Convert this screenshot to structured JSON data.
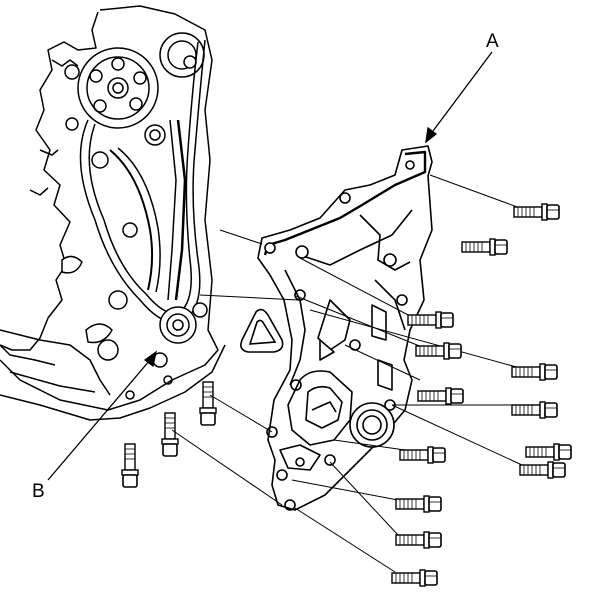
{
  "figure": {
    "callouts": [
      {
        "id": "A",
        "label": "A"
      },
      {
        "id": "B",
        "label": "B"
      }
    ],
    "colors": {
      "line": "#000000",
      "background": "#ffffff",
      "shade": "#d8d8d8"
    }
  }
}
